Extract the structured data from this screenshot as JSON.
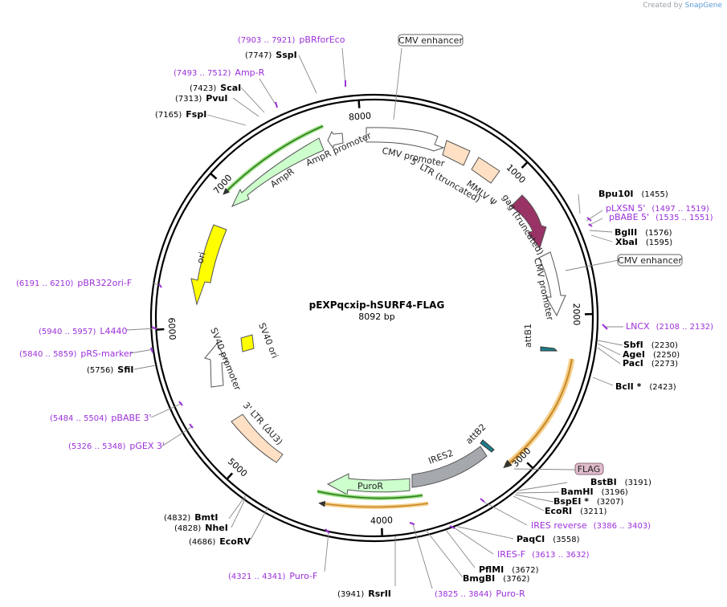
{
  "credit": {
    "prefix": "Created by",
    "brand": "SnapGene"
  },
  "plasmid": {
    "name": "pEXPqcxip-hSURF4-FLAG",
    "size": "8092 bp"
  },
  "ticks": [
    {
      "label": "1000",
      "pos": 1000
    },
    {
      "label": "2000",
      "pos": 2000
    },
    {
      "label": "3000",
      "pos": 3000
    },
    {
      "label": "4000",
      "pos": 4000
    },
    {
      "label": "5000",
      "pos": 5000
    },
    {
      "label": "6000",
      "pos": 6000
    },
    {
      "label": "7000",
      "pos": 7000
    },
    {
      "label": "8000",
      "pos": 8000
    }
  ],
  "site_labels": [
    {
      "coords": "(7903 .. 7921)",
      "name": "pBRforEco",
      "primer": true
    },
    {
      "coords": "(7747)",
      "name": "SspI",
      "primer": false
    },
    {
      "coords": "(7493 .. 7512)",
      "name": "Amp-R",
      "primer": true
    },
    {
      "coords": "(7423)",
      "name": "ScaI",
      "primer": false
    },
    {
      "coords": "(7313)",
      "name": "PvuI",
      "primer": false
    },
    {
      "coords": "(7165)",
      "name": "FspI",
      "primer": false
    },
    {
      "coords": "(1455)",
      "name": "Bpu10I",
      "primer": false
    },
    {
      "coords": "(1497 .. 1519)",
      "name": "pLXSN 5'",
      "primer": true
    },
    {
      "coords": "(1535 .. 1551)",
      "name": "pBABE 5'",
      "primer": true
    },
    {
      "coords": "(1576)",
      "name": "BglII",
      "primer": false
    },
    {
      "coords": "(1595)",
      "name": "XbaI",
      "primer": false
    },
    {
      "coords": "(6191 .. 6210)",
      "name": "pBR322ori-F",
      "primer": true
    },
    {
      "coords": "(2108 .. 2132)",
      "name": "LNCX",
      "primer": true
    },
    {
      "coords": "(5940 .. 5957)",
      "name": "L4440",
      "primer": true
    },
    {
      "coords": "(5840 .. 5859)",
      "name": "pRS-marker",
      "primer": true
    },
    {
      "coords": "(2230)",
      "name": "SbfI",
      "primer": false
    },
    {
      "coords": "(2250)",
      "name": "AgeI",
      "primer": false
    },
    {
      "coords": "(2273)",
      "name": "PacI",
      "primer": false
    },
    {
      "coords": "(5756)",
      "name": "SfiI",
      "primer": false
    },
    {
      "coords": "(2423)",
      "name": "BclI *",
      "primer": false
    },
    {
      "coords": "(5484 .. 5504)",
      "name": "pBABE 3'",
      "primer": true
    },
    {
      "coords": "(5326 .. 5348)",
      "name": "pGEX 3'",
      "primer": true
    },
    {
      "coords": "(3191)",
      "name": "BstBI",
      "primer": false
    },
    {
      "coords": "(3196)",
      "name": "BamHI",
      "primer": false
    },
    {
      "coords": "(3207)",
      "name": "BspEI *",
      "primer": false
    },
    {
      "coords": "(3211)",
      "name": "EcoRI",
      "primer": false
    },
    {
      "coords": "(3386 .. 3403)",
      "name": "IRES reverse",
      "primer": true
    },
    {
      "coords": "(4832)",
      "name": "BmtI",
      "primer": false
    },
    {
      "coords": "(4828)",
      "name": "NheI",
      "primer": false
    },
    {
      "coords": "(3558)",
      "name": "PaqCI",
      "primer": false
    },
    {
      "coords": "(4686)",
      "name": "EcoRV",
      "primer": false
    },
    {
      "coords": "(3613 .. 3632)",
      "name": "IRES-F",
      "primer": true
    },
    {
      "coords": "(3672)",
      "name": "PflMI",
      "primer": false
    },
    {
      "coords": "(3762)",
      "name": "BmgBI",
      "primer": false
    },
    {
      "coords": "(4321 .. 4341)",
      "name": "Puro-F",
      "primer": true
    },
    {
      "coords": "(3941)",
      "name": "RsrII",
      "primer": false
    },
    {
      "coords": "(3825 .. 3844)",
      "name": "Puro-R",
      "primer": true
    }
  ],
  "boxed_labels": [
    {
      "text": "CMV enhancer"
    },
    {
      "text": "CMV enhancer"
    },
    {
      "text": "FLAG"
    }
  ],
  "features": [
    {
      "name": "CMV promoter"
    },
    {
      "name": "5' LTR (truncated)"
    },
    {
      "name": "MMLV Ψ"
    },
    {
      "name": "gag (truncated)"
    },
    {
      "name": "CMV promoter"
    },
    {
      "name": "attB1"
    },
    {
      "name": "attB2"
    },
    {
      "name": "IRES2"
    },
    {
      "name": "PuroR"
    },
    {
      "name": "3' LTR (ΔU3)"
    },
    {
      "name": "SV40 promoter"
    },
    {
      "name": "SV40 ori"
    },
    {
      "name": "ori"
    },
    {
      "name": "AmpR"
    },
    {
      "name": "AmpR promoter"
    }
  ],
  "colors": {
    "primer": "#9b30d9",
    "site": "#000000",
    "ampr": "#ccffcc",
    "ori": "#ffff00",
    "ltr": "#ffe0c4",
    "gag": "#993366",
    "ires": "#a5a8ad",
    "flag_box": "#e0bccc"
  }
}
